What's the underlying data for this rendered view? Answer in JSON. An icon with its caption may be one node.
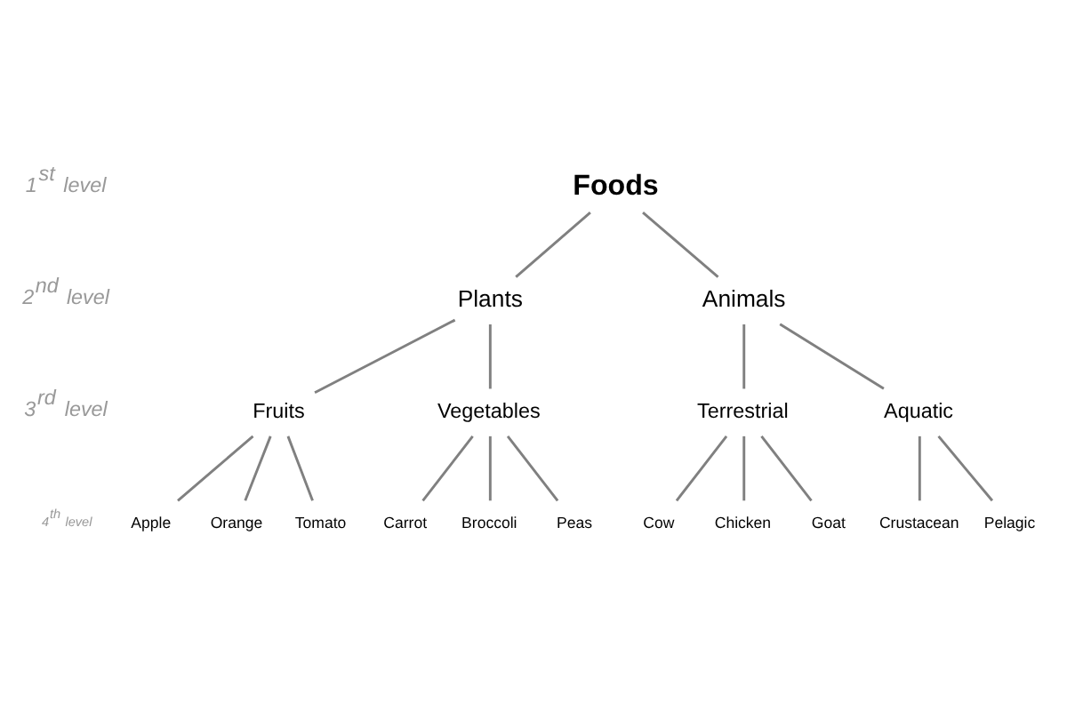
{
  "diagram": {
    "nodes": [
      {
        "text": [
          "Foods"
        ]
      },
      {
        "text": [
          "Plants"
        ]
      },
      {
        "text": [
          "Animals"
        ]
      },
      {
        "text": [
          "Fruits"
        ]
      },
      {
        "text": [
          "Vegetables"
        ]
      },
      {
        "text": [
          "Terrestrial"
        ]
      },
      {
        "text": [
          "Aquatic"
        ]
      },
      {
        "text": [
          "Apple"
        ]
      },
      {
        "text": [
          "Orange"
        ]
      },
      {
        "text": [
          "Tomato"
        ]
      },
      {
        "text": [
          "Carrot"
        ]
      },
      {
        "text": [
          "Broccoli"
        ]
      },
      {
        "text": [
          "Peas"
        ]
      },
      {
        "text": [
          "Cow"
        ]
      },
      {
        "text": [
          "Chicken"
        ]
      },
      {
        "text": [
          "Goat"
        ]
      },
      {
        "text": [
          "Crustacean"
        ]
      },
      {
        "text": [
          "Pelagic"
        ]
      }
    ],
    "edges": [
      {
        "from": 0,
        "to": 1,
        "arrow": "none"
      },
      {
        "from": 0,
        "to": 2,
        "arrow": "none"
      },
      {
        "from": 1,
        "to": 3,
        "arrow": "none"
      },
      {
        "from": 1,
        "to": 4,
        "arrow": "none"
      },
      {
        "from": 2,
        "to": 5,
        "arrow": "none"
      },
      {
        "from": 2,
        "to": 6,
        "arrow": "none"
      },
      {
        "from": 3,
        "to": 7,
        "arrow": "none"
      },
      {
        "from": 3,
        "to": 8,
        "arrow": "none"
      },
      {
        "from": 3,
        "to": 9,
        "arrow": "none"
      },
      {
        "from": 4,
        "to": 10,
        "arrow": "none"
      },
      {
        "from": 4,
        "to": 11,
        "arrow": "none"
      },
      {
        "from": 4,
        "to": 12,
        "arrow": "none"
      },
      {
        "from": 5,
        "to": 13,
        "arrow": "none"
      },
      {
        "from": 5,
        "to": 14,
        "arrow": "none"
      },
      {
        "from": 5,
        "to": 15,
        "arrow": "none"
      },
      {
        "from": 6,
        "to": 16,
        "arrow": "none"
      },
      {
        "from": 6,
        "to": 17,
        "arrow": "none"
      }
    ],
    "labels": [
      "1$^{st}$ level",
      "2$^{nd}$ level",
      "3$^{rd}$ level",
      "4$^{th}$ level"
    ]
  }
}
